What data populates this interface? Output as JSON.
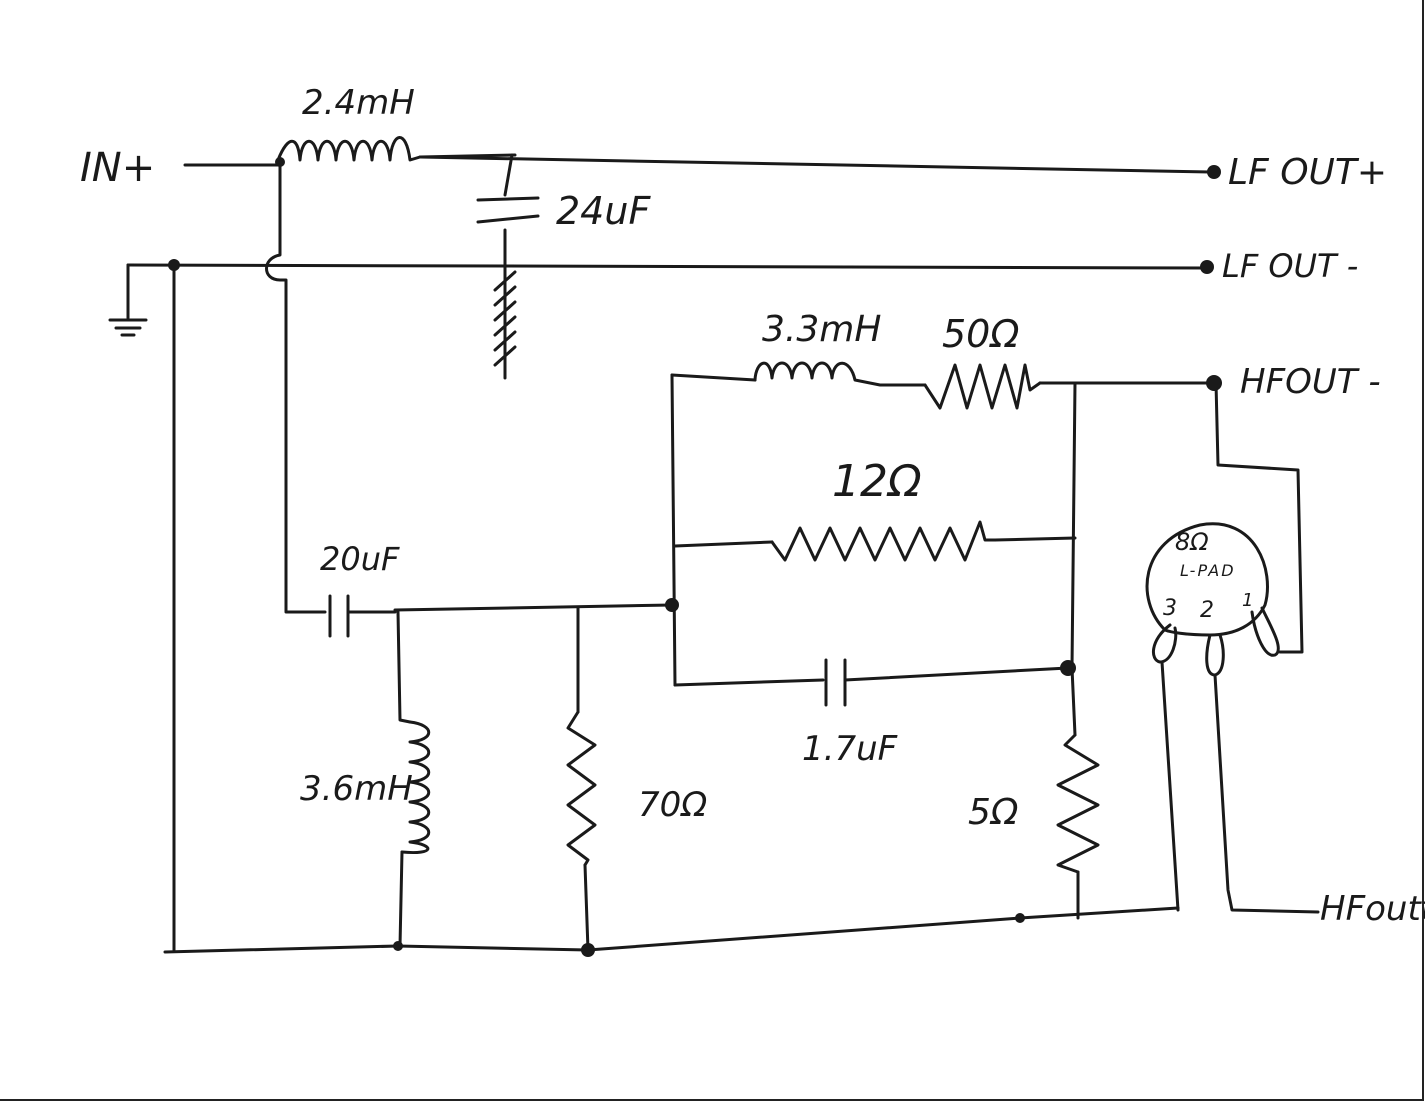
{
  "labels": {
    "in_plus": "IN+",
    "lf_out_plus": "LF OUT+",
    "lf_out_minus": "LF OUT -",
    "hf_out_minus": "HFOUT -",
    "hf_out_plus": "HFoutt"
  },
  "components": {
    "l_2_4mh": "2.4mH",
    "c_24uf": "24uF",
    "l_3_3mh": "3.3mH",
    "r_50": "50Ω",
    "r_12": "12Ω",
    "c_20uf": "20uF",
    "c_1_7uf": "1.7uF",
    "l_3_6mh": "3.6mH",
    "r_70": "70Ω",
    "r_5": "5Ω",
    "lpad_value": "8Ω",
    "lpad_name": "L-PAD",
    "lpad_pin3": "3",
    "lpad_pin2": "2",
    "lpad_pin1": "1"
  }
}
